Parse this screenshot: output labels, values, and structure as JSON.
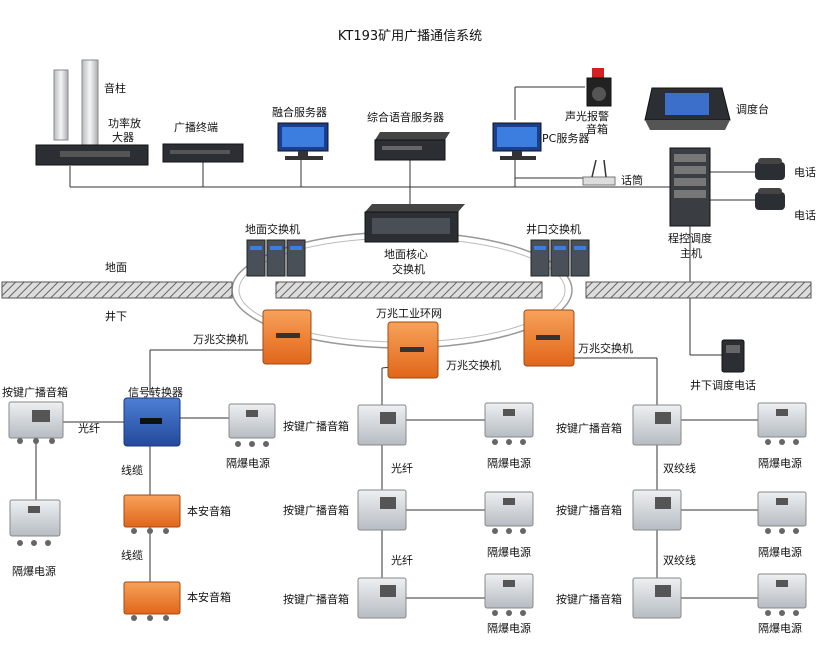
{
  "title": "KT193矿用广播通信系统",
  "ground_zone": {
    "above": "地面",
    "below": "井下"
  },
  "labels": {
    "speaker_column": "音柱",
    "power_amplifier": [
      "功率放",
      "大器"
    ],
    "broadcast_terminal": "广播终端",
    "fusion_server": "融合服务器",
    "voice_server": "综合语音服务器",
    "alarm": [
      "声光报警",
      "音箱"
    ],
    "pc_server": "PC服务器",
    "microphone": "话筒",
    "dispatch_console": "调度台",
    "phone": "电话",
    "pbx": [
      "程控调度",
      "主机"
    ],
    "ground_switch": "地面交换机",
    "core_switch": [
      "地面核心",
      "交换机"
    ],
    "shaft_switch": "井口交换机",
    "ring_network": "万兆工业环网",
    "ten_g_switch": "万兆交换机",
    "underground_phone": "井下调度电话",
    "button_speaker": "按键广播音箱",
    "signal_converter": "信号转换器",
    "explosion_power": "隔爆电源",
    "fiber": "光纤",
    "cable": "线缆",
    "twisted_pair": "双绞线",
    "safe_speaker": "本安音箱"
  },
  "colors": {
    "orange_box": "#f07a2a",
    "blue_box": "#2f5fb6",
    "grey_box": "#c9ced3",
    "rack": "#2a2d33",
    "hatch": "#666666"
  }
}
